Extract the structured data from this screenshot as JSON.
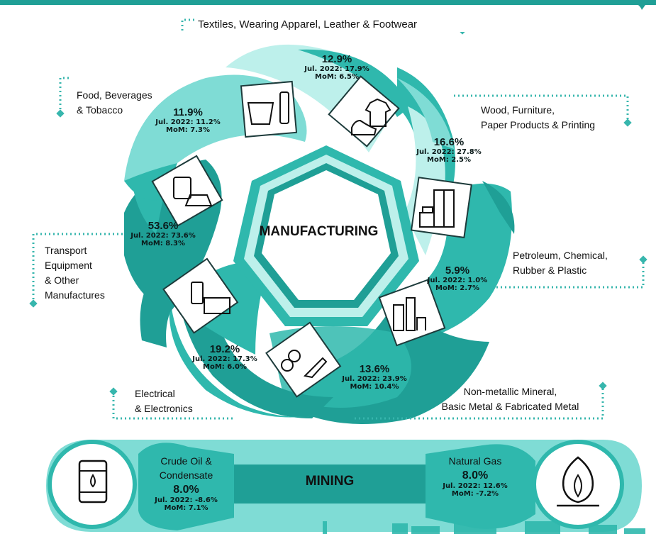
{
  "center_title": "MANUFACTURING",
  "mining_title": "MINING",
  "colors": {
    "teal_dark": "#1f9f96",
    "teal_mid": "#2fb8ad",
    "teal_light": "#7fdcd5",
    "teal_pale": "#bdf0eb",
    "accent_dots": "#37b6ad"
  },
  "segments": [
    {
      "label": "Textiles, Wearing Apparel, Leather & Footwear",
      "pct": "12.9%",
      "jul": "Jul. 2022: 17.9%",
      "mom": "MoM: 6.5%",
      "icon": "apparel-icon"
    },
    {
      "label_lines": [
        "Wood, Furniture,",
        "Paper Products & Printing"
      ],
      "pct": "16.6%",
      "jul": "Jul. 2022: 27.8%",
      "mom": "MoM: 2.5%",
      "icon": "furniture-icon"
    },
    {
      "label_lines": [
        "Petroleum, Chemical,",
        "Rubber & Plastic"
      ],
      "pct": "5.9%",
      "jul": "Jul. 2022: 1.0%",
      "mom": "MoM: 2.7%",
      "icon": "refinery-icon"
    },
    {
      "label_lines": [
        "Non-metallic Mineral,",
        "Basic Metal & Fabricated Metal"
      ],
      "pct": "13.6%",
      "jul": "Jul. 2022: 23.9%",
      "mom": "MoM: 10.4%",
      "icon": "metal-pipes-icon"
    },
    {
      "label_lines": [
        "Electrical",
        "& Electronics"
      ],
      "pct": "19.2%",
      "jul": "Jul. 2022: 17.3%",
      "mom": "MoM: 6.0%",
      "icon": "electronics-icon"
    },
    {
      "label_lines": [
        "Transport",
        "Equipment",
        "& Other",
        "Manufactures"
      ],
      "pct": "53.6%",
      "jul": "Jul. 2022: 73.6%",
      "mom": "MoM: 8.3%",
      "icon": "vehicles-icon"
    },
    {
      "label_lines": [
        "Food, Beverages",
        "& Tobacco"
      ],
      "pct": "11.9%",
      "jul": "Jul. 2022: 11.2%",
      "mom": "MoM: 7.3%",
      "icon": "groceries-icon"
    }
  ],
  "mining": [
    {
      "label_lines": [
        "Crude Oil &",
        "Condensate"
      ],
      "pct": "8.0%",
      "jul": "Jul. 2022: -8.6%",
      "mom": "MoM: 7.1%",
      "icon": "oil-barrel-icon"
    },
    {
      "label_lines": [
        "Natural Gas"
      ],
      "pct": "8.0%",
      "jul": "Jul. 2022: 12.6%",
      "mom": "MoM: -7.2%",
      "icon": "gas-flame-icon"
    }
  ]
}
